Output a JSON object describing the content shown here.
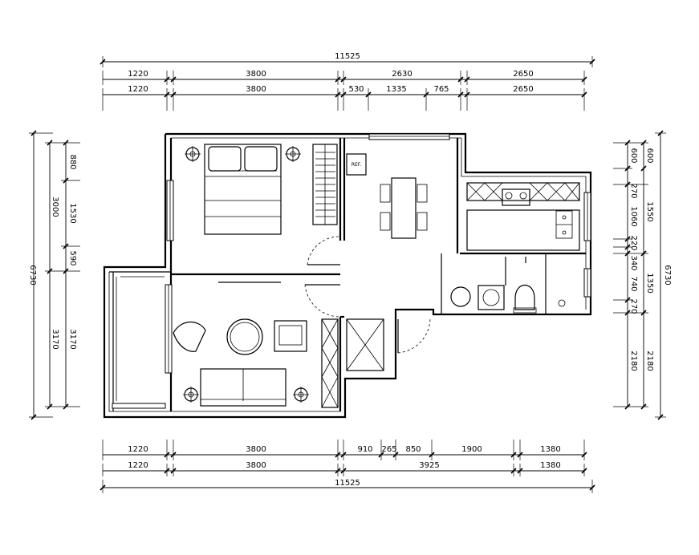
{
  "dimensions": {
    "top_total": "11525",
    "top_row1": [
      "1220",
      "3800",
      "2630",
      "2650"
    ],
    "top_row2": [
      "1220",
      "3800",
      "530",
      "1335",
      "765",
      "2650"
    ],
    "bottom_row1": [
      "1220",
      "3800",
      "910",
      "265",
      "850",
      "1900",
      "1380"
    ],
    "bottom_row2": [
      "1220",
      "3800",
      "3925",
      "1380"
    ],
    "bottom_total": "11525",
    "left_total": "6730",
    "left_outer": [
      "3000",
      "3170"
    ],
    "left_inner": [
      "880",
      "1530",
      "590",
      "3170"
    ],
    "right_total": "6730",
    "right_inner": [
      "600",
      "270",
      "1060",
      "220",
      "340",
      "740",
      "270",
      "2180"
    ],
    "right_outer": [
      "600",
      "1550",
      "1350",
      "2180"
    ]
  },
  "labels": {
    "fridge": "REF."
  }
}
